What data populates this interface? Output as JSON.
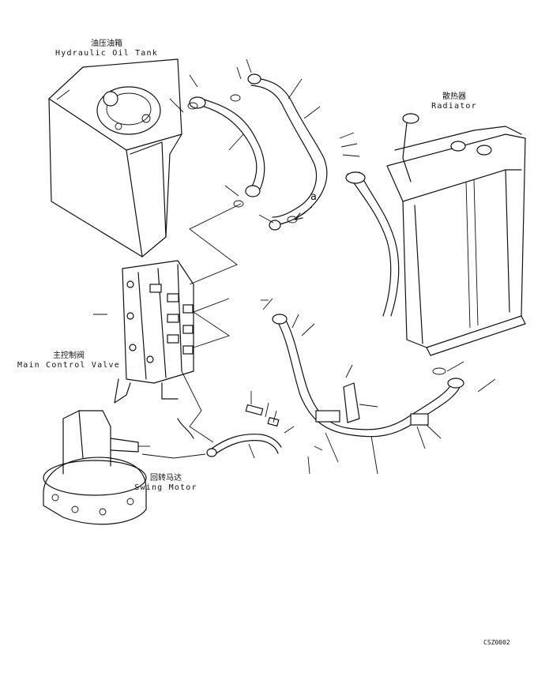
{
  "labels": {
    "tank": {
      "zh": "油压油箱",
      "en": "Hydraulic Oil Tank"
    },
    "radiator": {
      "zh": "散热器",
      "en": "Radiator"
    },
    "valve": {
      "zh": "主控制阀",
      "en": "Main Control Valve"
    },
    "motor": {
      "zh": "回转马达",
      "en": "Swing Motor"
    }
  },
  "callout": "a",
  "drawing_code": "CSZ0002"
}
